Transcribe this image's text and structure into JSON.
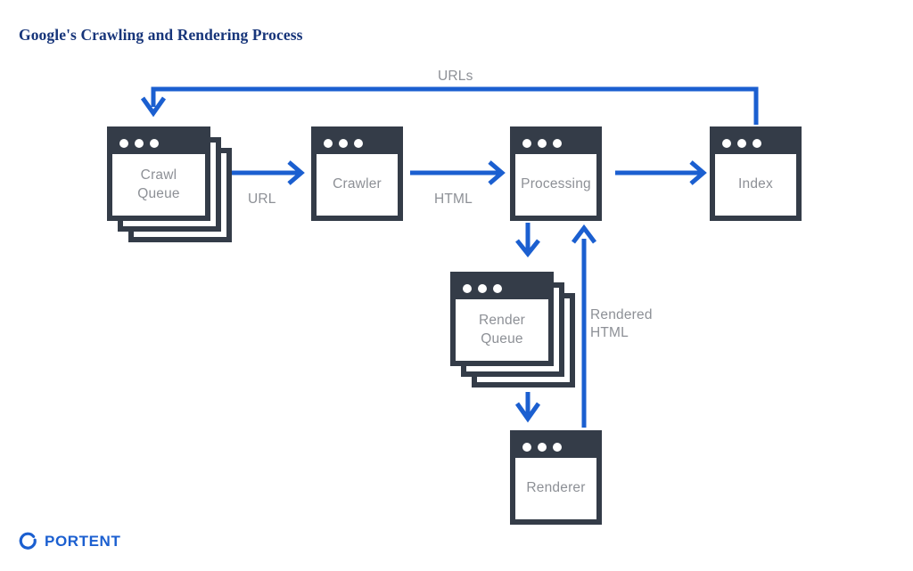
{
  "page": {
    "title": "Google's Crawling and Rendering Process",
    "background_color": "#ffffff",
    "title_color": "#17357a",
    "accent_color": "#1b5fd0",
    "node_color": "#343c48",
    "label_color": "#8d9096"
  },
  "diagram": {
    "type": "flowchart",
    "nodes": [
      {
        "id": "crawl-queue",
        "label": "Crawl\nQueue",
        "icon": "browser-window-icon",
        "stacked": true,
        "stack_count": 3
      },
      {
        "id": "crawler",
        "label": "Crawler",
        "icon": "browser-window-icon",
        "stacked": false,
        "stack_count": 1
      },
      {
        "id": "processing",
        "label": "Processing",
        "icon": "browser-window-icon",
        "stacked": false,
        "stack_count": 1
      },
      {
        "id": "index",
        "label": "Index",
        "icon": "browser-window-icon",
        "stacked": false,
        "stack_count": 1
      },
      {
        "id": "render-queue",
        "label": "Render\nQueue",
        "icon": "browser-window-icon",
        "stacked": true,
        "stack_count": 3
      },
      {
        "id": "renderer",
        "label": "Renderer",
        "icon": "browser-window-icon",
        "stacked": false,
        "stack_count": 1
      }
    ],
    "edges": [
      {
        "id": "crawl-queue-to-crawler",
        "from": "crawl-queue",
        "to": "crawler",
        "label": "URL"
      },
      {
        "id": "crawler-to-processing",
        "from": "crawler",
        "to": "processing",
        "label": "HTML"
      },
      {
        "id": "processing-to-index",
        "from": "processing",
        "to": "index",
        "label": ""
      },
      {
        "id": "index-to-crawl-queue",
        "from": "index",
        "to": "crawl-queue",
        "label": "URLs"
      },
      {
        "id": "processing-to-render-queue",
        "from": "processing",
        "to": "render-queue",
        "label": ""
      },
      {
        "id": "render-queue-to-renderer",
        "from": "render-queue",
        "to": "renderer",
        "label": ""
      },
      {
        "id": "renderer-to-processing",
        "from": "renderer",
        "to": "processing",
        "label": "Rendered\nHTML"
      }
    ]
  },
  "footer": {
    "logo_mark": "portent-ring-icon",
    "logo_text": "PORTENT"
  }
}
